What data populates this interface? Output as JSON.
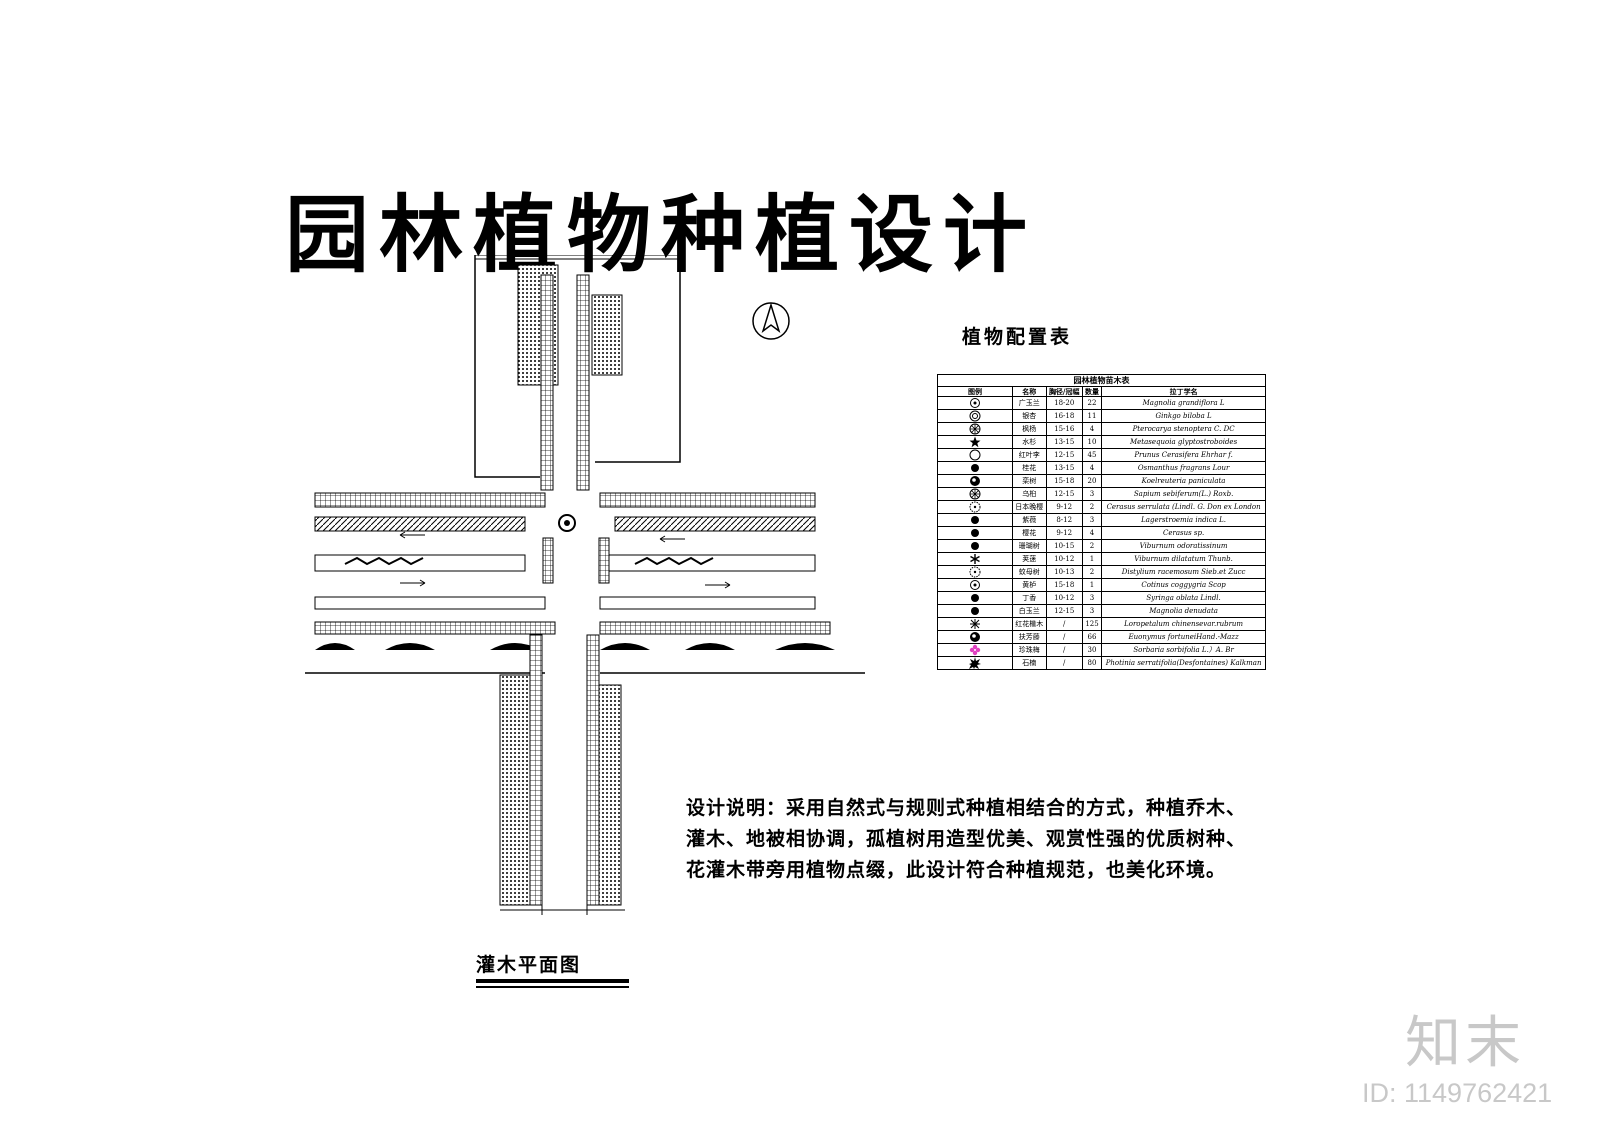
{
  "title": "园林植物种植设计",
  "table_heading": "植物配置表",
  "table": {
    "caption": "园林植物苗木表",
    "headers": [
      "图例",
      "名称",
      "胸径/冠幅",
      "数量",
      "拉丁学名"
    ],
    "rows": [
      {
        "icon": "ring-dot-icon",
        "name": "广玉兰",
        "size": "18-20",
        "qty": "22",
        "latin": "Magnolia grandiflora L"
      },
      {
        "icon": "flower-circle-icon",
        "name": "银杏",
        "size": "16-18",
        "qty": "11",
        "latin": "Ginkgo biloba L"
      },
      {
        "icon": "spoked-circle-icon",
        "name": "枫杨",
        "size": "15-16",
        "qty": "4",
        "latin": "Pterocarya stenoptera C. DC"
      },
      {
        "icon": "star-icon",
        "name": "水杉",
        "size": "13-15",
        "qty": "10",
        "latin": "Metasequoia glyptostroboides"
      },
      {
        "icon": "open-circle-icon",
        "name": "红叶李",
        "size": "12-15",
        "qty": "45",
        "latin": "Prunus Cerasifera Ehrhar f."
      },
      {
        "icon": "filled-circle-icon",
        "name": "桂花",
        "size": "13-15",
        "qty": "4",
        "latin": "Osmanthus fragrans Lour"
      },
      {
        "icon": "half-circle-icon",
        "name": "栾树",
        "size": "15-18",
        "qty": "20",
        "latin": "Koelreuteria paniculata"
      },
      {
        "icon": "spoked-circle-icon",
        "name": "乌桕",
        "size": "12-15",
        "qty": "3",
        "latin": "Sapium sebiferum(L.) Roxb."
      },
      {
        "icon": "dashed-circle-icon",
        "name": "日本晚樱",
        "size": "9-12",
        "qty": "2",
        "latin": "Cerasus serrulata (Lindl. G. Don ex London"
      },
      {
        "icon": "filled-circle-icon",
        "name": "紫薇",
        "size": "8-12",
        "qty": "3",
        "latin": "Lagerstroemia indica L."
      },
      {
        "icon": "filled-circle-icon",
        "name": "樱花",
        "size": "9-12",
        "qty": "4",
        "latin": "Cerasus sp."
      },
      {
        "icon": "filled-circle-icon",
        "name": "珊瑚树",
        "size": "10-15",
        "qty": "2",
        "latin": "Viburnum odoratissinum"
      },
      {
        "icon": "asterisk-icon",
        "name": "荚蒾",
        "size": "10-12",
        "qty": "1",
        "latin": "Viburnum dilatatum Thunb."
      },
      {
        "icon": "dashed-circle-icon",
        "name": "蚊母树",
        "size": "10-13",
        "qty": "2",
        "latin": "Distylium racemosum Sieb.et Zucc"
      },
      {
        "icon": "ring-dot-icon",
        "name": "黄栌",
        "size": "15-18",
        "qty": "1",
        "latin": "Cotinus coggygria Scop"
      },
      {
        "icon": "filled-circle-icon",
        "name": "丁香",
        "size": "10-12",
        "qty": "3",
        "latin": "Syringa oblata Lindl."
      },
      {
        "icon": "filled-circle-icon",
        "name": "白玉兰",
        "size": "12-15",
        "qty": "3",
        "latin": "Magnolia denudata"
      },
      {
        "icon": "spider-shrub-icon",
        "name": "红花檵木",
        "size": "/",
        "qty": "125",
        "latin": "Loropetalum chinensevar.rubrum"
      },
      {
        "icon": "half-circle-icon",
        "name": "扶芳藤",
        "size": "/",
        "qty": "66",
        "latin": "Euonymus fortuneiHand.-Mazz"
      },
      {
        "icon": "pink-flower-icon",
        "name": "珍珠梅",
        "size": "/",
        "qty": "30",
        "latin": "Sorbaria sorbifolia L.）A. Br"
      },
      {
        "icon": "spiky-shrub-icon",
        "name": "石楠",
        "size": "/",
        "qty": "80",
        "latin": "Photinia serratifolia(Desfontaines) Kalkman"
      }
    ]
  },
  "description": [
    "设计说明：采用自然式与规则式种植相结合的方式，种植乔木、",
    "灌木、地被相协调，孤植树用造型优美、观赏性强的优质树种、",
    "花灌木带旁用植物点缀，此设计符合种植规范，也美化环境。"
  ],
  "plan_label": "灌木平面图",
  "brand": "知末",
  "id_text": "ID: 1149762421",
  "colors": {
    "ink": "#000000",
    "watermark": "#c8c8c8",
    "pink": "#e040c0"
  }
}
